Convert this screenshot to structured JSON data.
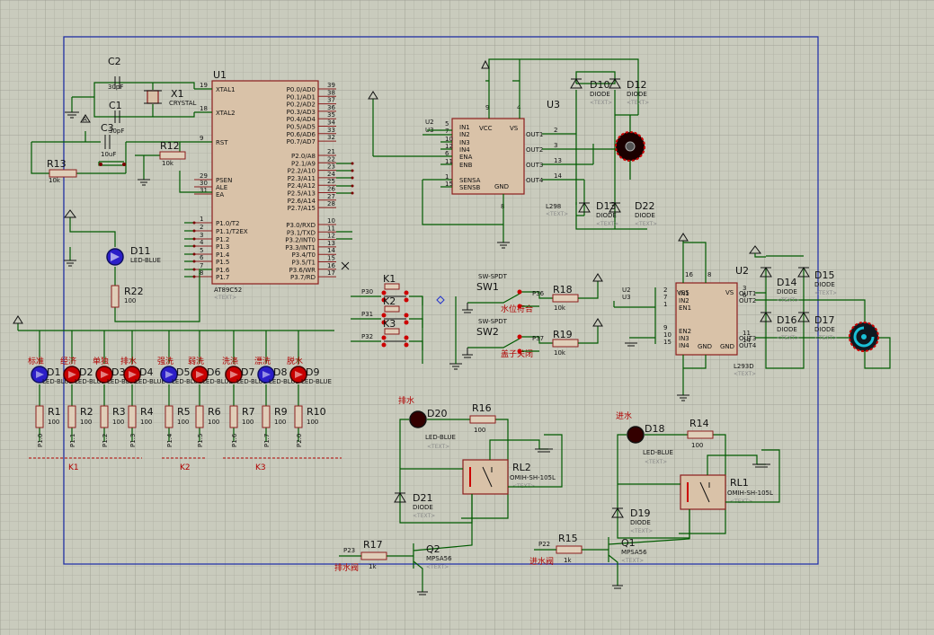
{
  "mcu": {
    "ref": "U1",
    "part": "AT89C52",
    "left_pins": [
      "XTAL1",
      "XTAL2",
      "RST",
      "PSEN",
      "ALE",
      "EA",
      "P1.0/T2",
      "P1.1/T2EX",
      "P1.2",
      "P1.3",
      "P1.4",
      "P1.5",
      "P1.6",
      "P1.7"
    ],
    "left_nums": [
      "19",
      "18",
      "9",
      "29",
      "30",
      "31",
      "1",
      "2",
      "3",
      "4",
      "5",
      "6",
      "7",
      "8"
    ],
    "right_pins": [
      "P0.0/AD0",
      "P0.1/AD1",
      "P0.2/AD2",
      "P0.3/AD3",
      "P0.4/AD4",
      "P0.5/AD5",
      "P0.6/AD6",
      "P0.7/AD7",
      "P2.0/A8",
      "P2.1/A9",
      "P2.2/A10",
      "P2.3/A11",
      "P2.4/A12",
      "P2.5/A13",
      "P2.6/A14",
      "P2.7/A15",
      "P3.0/RXD",
      "P3.1/TXD",
      "P3.2/INT0",
      "P3.3/INT1",
      "P3.4/T0",
      "P3.5/T1",
      "P3.6/WR",
      "P3.7/RD"
    ],
    "right_nums": [
      "39",
      "38",
      "37",
      "36",
      "35",
      "34",
      "33",
      "32",
      "21",
      "22",
      "23",
      "24",
      "25",
      "26",
      "27",
      "28",
      "10",
      "11",
      "12",
      "13",
      "14",
      "15",
      "16",
      "17"
    ]
  },
  "crystal": {
    "ref": "X1",
    "part": "CRYSTAL"
  },
  "caps": [
    {
      "ref": "C2",
      "val": "30pF"
    },
    {
      "ref": "C1",
      "val": "30pF"
    },
    {
      "ref": "C3",
      "val": "10uF"
    }
  ],
  "resistors_misc": [
    {
      "ref": "R13",
      "val": "10k"
    },
    {
      "ref": "R12",
      "val": "10k"
    },
    {
      "ref": "R22",
      "val": "100"
    }
  ],
  "led_status": {
    "ref": "D11",
    "part": "LED-BLUE"
  },
  "mode_leds": [
    {
      "label": "标准",
      "ref": "D1",
      "res": "R1",
      "port": "P1.0",
      "color": "blue"
    },
    {
      "label": "经济",
      "ref": "D2",
      "res": "R2",
      "port": "P1.1",
      "color": "red"
    },
    {
      "label": "单独",
      "ref": "D3",
      "res": "R3",
      "port": "P1.2",
      "color": "red"
    },
    {
      "label": "排水",
      "ref": "D4",
      "res": "R4",
      "port": "P1.3",
      "color": "red"
    },
    {
      "label": "强洗",
      "ref": "D5",
      "res": "R5",
      "port": "P1.4",
      "color": "blue"
    },
    {
      "label": "弱洗",
      "ref": "D6",
      "res": "R6",
      "port": "P1.5",
      "color": "red"
    },
    {
      "label": "洗涤",
      "ref": "D7",
      "res": "R7",
      "port": "P1.6",
      "color": "red"
    },
    {
      "label": "漂洗",
      "ref": "D8",
      "res": "R9",
      "port": "P1.7",
      "color": "blue"
    },
    {
      "label": "脱水",
      "ref": "D9",
      "res": "R10",
      "port": "P2.0",
      "color": "red"
    }
  ],
  "groups": [
    "K1",
    "K2",
    "K3"
  ],
  "keys": [
    {
      "ref": "K1",
      "port": "P30"
    },
    {
      "ref": "K2",
      "port": "P31"
    },
    {
      "ref": "K3",
      "port": "P32"
    }
  ],
  "switches": [
    {
      "type": "SW-SPDT",
      "ref": "SW1",
      "label": "水位符合",
      "port": "P36",
      "res": "R18",
      "val": "10k"
    },
    {
      "type": "SW-SPDT",
      "ref": "SW2",
      "label": "盖子关闭",
      "port": "P37",
      "res": "R19",
      "val": "10k"
    }
  ],
  "driver_u3": {
    "ref": "U3",
    "part": "L298",
    "pins_left": [
      "IN1",
      "IN2",
      "IN3",
      "IN4",
      "ENA",
      "ENB",
      "SENSA",
      "SENSB"
    ],
    "pins_top": [
      "VCC",
      "VS"
    ],
    "pins_right": [
      "OUT1",
      "OUT2",
      "OUT3",
      "OUT4"
    ],
    "gnd": "GND",
    "nets": [
      "U2",
      "U3"
    ]
  },
  "driver_u2": {
    "ref": "U2",
    "part": "L293D",
    "pins_left": [
      "IN1",
      "IN2",
      "EN1",
      "EN2",
      "IN3",
      "IN4",
      "GND",
      "GND"
    ],
    "pins_top": [
      "VSS",
      "VS"
    ],
    "pins_right": [
      "OUT1",
      "OUT2",
      "OUT3",
      "OUT4"
    ],
    "nets": [
      "U2",
      "U3"
    ]
  },
  "diodes_u3": [
    "D10",
    "D12",
    "D13",
    "D22"
  ],
  "diodes_u2": [
    "D14",
    "D15",
    "D16",
    "D17"
  ],
  "diode_part": "DIODE",
  "relay_drain": {
    "label": "排水",
    "led": "D20",
    "led_part": "LED-BLUE",
    "res": "R16",
    "val": "100",
    "relay": "RL2",
    "relay_part": "OMIH-SH-105L",
    "diode": "D21",
    "transistor": "Q2",
    "t_part": "MPSA56",
    "base_res": "R17",
    "base_val": "1k",
    "net": "P23",
    "net_label": "排水阀"
  },
  "relay_fill": {
    "label": "进水",
    "led": "D18",
    "led_part": "LED-BLUE",
    "res": "R14",
    "val": "100",
    "relay": "RL1",
    "relay_part": "OMIH-SH-105L",
    "diode": "D19",
    "transistor": "Q1",
    "t_part": "MPSA56",
    "base_res": "R15",
    "base_val": "1k",
    "net": "P22",
    "net_label": "进水阀"
  },
  "text_placeholder": "<TEXT>"
}
